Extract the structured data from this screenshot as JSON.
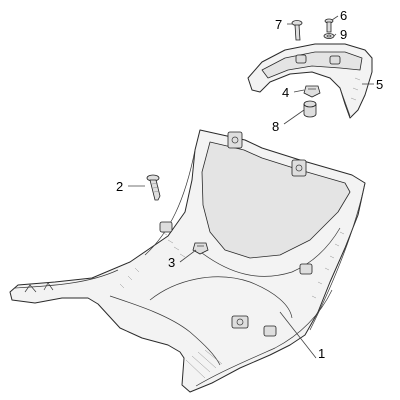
{
  "diagram": {
    "callouts": [
      {
        "id": "1",
        "label": "1"
      },
      {
        "id": "2",
        "label": "2"
      },
      {
        "id": "3",
        "label": "3"
      },
      {
        "id": "4",
        "label": "4"
      },
      {
        "id": "5",
        "label": "5"
      },
      {
        "id": "6",
        "label": "6"
      },
      {
        "id": "7",
        "label": "7"
      },
      {
        "id": "8",
        "label": "8"
      },
      {
        "id": "9",
        "label": "9"
      }
    ],
    "colors": {
      "line": "#2a2a2a",
      "fill": "#f3f3f3",
      "background": "#ffffff"
    }
  }
}
